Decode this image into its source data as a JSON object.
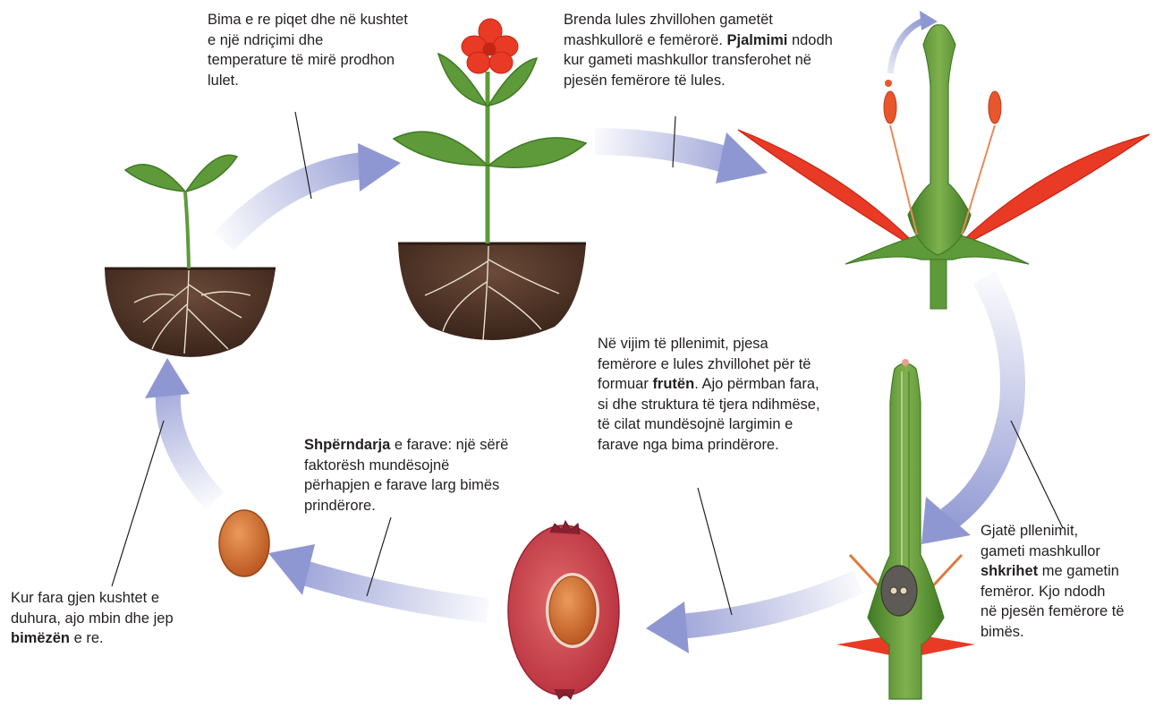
{
  "colors": {
    "arrow": "#8f97d2",
    "leaf": "#5f9a3a",
    "leaf_dark": "#3f7a24",
    "petal": "#e83a24",
    "soil": "#4a2f22",
    "fruit": "#d24a50",
    "seed": "#d9743a",
    "text": "#231f20"
  },
  "captions": {
    "flowering": {
      "lines": [
        [
          {
            "t": "Bima e re piqet dhe në kushtet"
          }
        ],
        [
          {
            "t": "e një ndriçimi dhe"
          }
        ],
        [
          {
            "t": "temperature të mirë prodhon"
          }
        ],
        [
          {
            "t": "lulet."
          }
        ]
      ]
    },
    "pollination": {
      "lines": [
        [
          {
            "t": "Brenda lules zhvillohen gametët"
          }
        ],
        [
          {
            "t": "mashkullorë e femërorë. "
          },
          {
            "t": "Pjalmimi",
            "b": true
          },
          {
            "t": " ndodh"
          }
        ],
        [
          {
            "t": "kur gameti mashkullor transferohet në"
          }
        ],
        [
          {
            "t": "pjesën femërore të lules."
          }
        ]
      ]
    },
    "fruit": {
      "lines": [
        [
          {
            "t": "Në vijim të pllenimit, pjesa"
          }
        ],
        [
          {
            "t": "femërore e lules zhvillohet për të"
          }
        ],
        [
          {
            "t": "formuar "
          },
          {
            "t": "frutën",
            "b": true
          },
          {
            "t": ". Ajo përmban fara,"
          }
        ],
        [
          {
            "t": "si dhe struktura të tjera ndihmëse,"
          }
        ],
        [
          {
            "t": "të cilat mundësojnë largimin e"
          }
        ],
        [
          {
            "t": "farave nga bima prindërore."
          }
        ]
      ]
    },
    "dispersal": {
      "lines": [
        [
          {
            "t": "Shpërndarja",
            "b": true
          },
          {
            "t": " e farave: një sërë"
          }
        ],
        [
          {
            "t": "faktorësh mundësojnë"
          }
        ],
        [
          {
            "t": "përhapjen e farave larg bimës"
          }
        ],
        [
          {
            "t": "prindërore."
          }
        ]
      ]
    },
    "fertilization": {
      "lines": [
        [
          {
            "t": "Gjatë pllenimit,"
          }
        ],
        [
          {
            "t": "gameti mashkullor"
          }
        ],
        [
          {
            "t": "shkrihet",
            "b": true
          },
          {
            "t": " me gametin"
          }
        ],
        [
          {
            "t": "femëror. Kjo ndodh"
          }
        ],
        [
          {
            "t": "në pjesën femërore të"
          }
        ],
        [
          {
            "t": "bimës."
          }
        ]
      ]
    },
    "germination": {
      "lines": [
        [
          {
            "t": "Kur fara gjen kushtet e"
          }
        ],
        [
          {
            "t": "duhura, ajo mbin dhe jep"
          }
        ],
        [
          {
            "t": "bimëzën",
            "b": true
          },
          {
            "t": " e re."
          }
        ]
      ]
    }
  }
}
